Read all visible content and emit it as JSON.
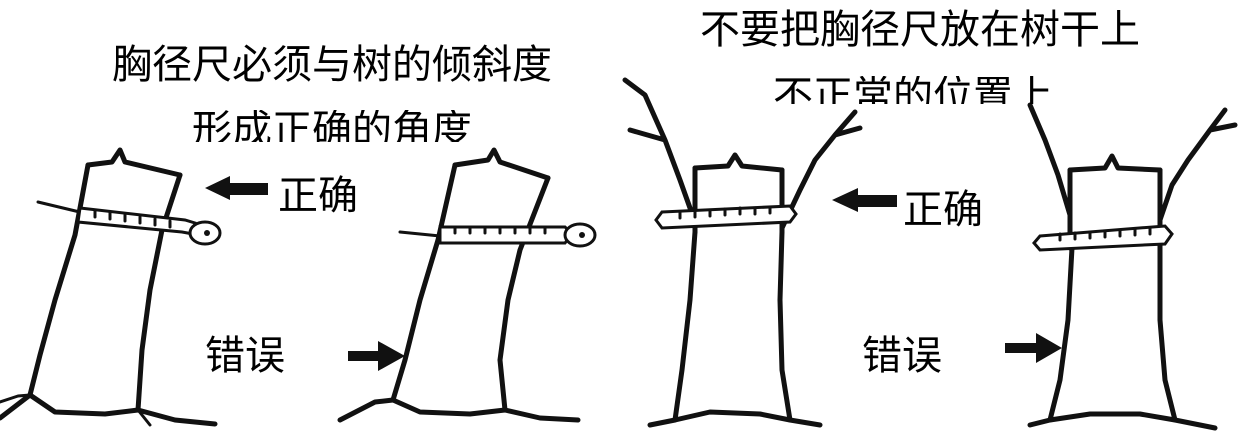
{
  "captions": {
    "left_title_line1": "胸径尺必须与树的倾斜度",
    "left_title_line2": "形成正确的角度",
    "right_title_line1": "不要把胸径尺放在树干上",
    "right_title_line2": "不正常的位置上"
  },
  "labels": {
    "correct_left": "正确",
    "wrong_left": "错误",
    "correct_right": "正确",
    "wrong_right": "错误"
  }
}
